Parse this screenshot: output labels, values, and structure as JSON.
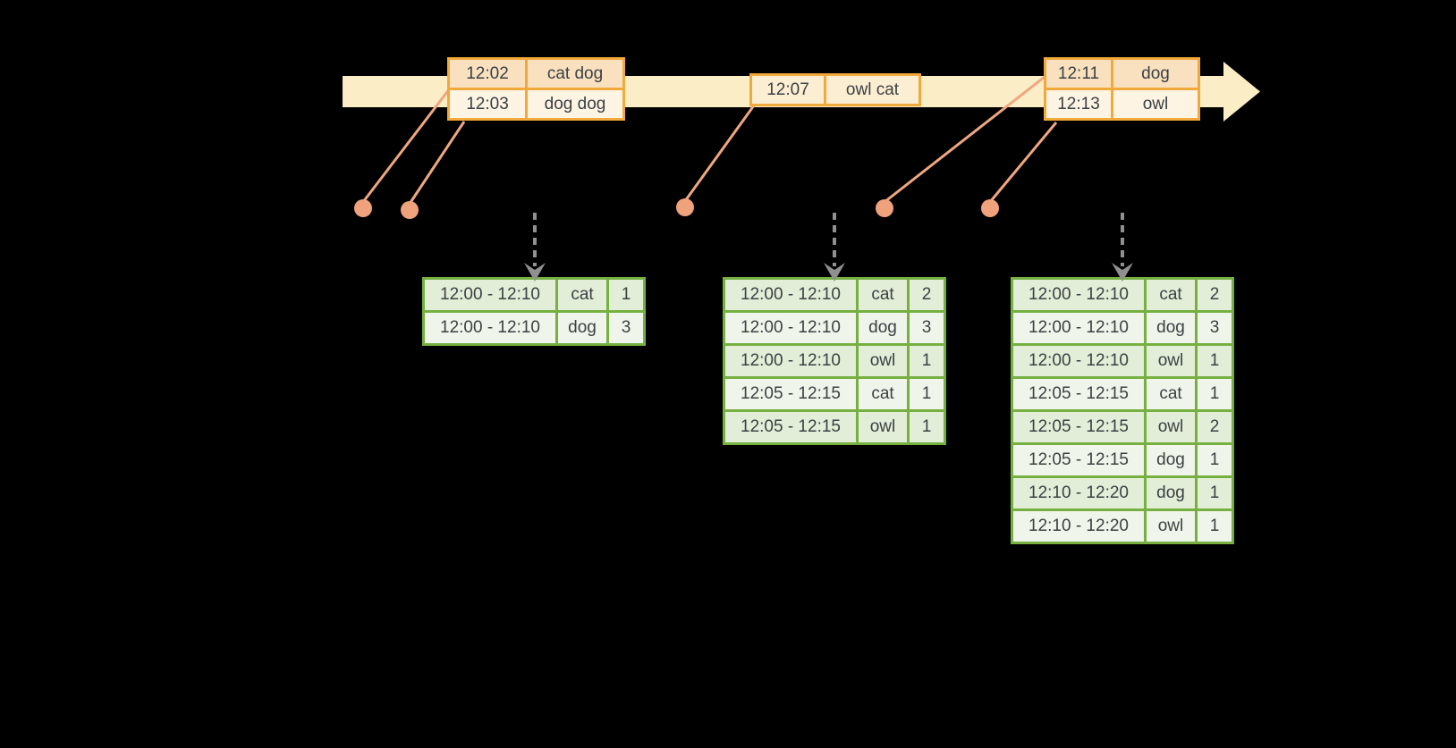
{
  "colors": {
    "background": "#000000",
    "timeline_band": "#FBEDC6",
    "event_border": "#F2A93B",
    "event_row_dark": "#F9E1BF",
    "event_row_light": "#FDF4E4",
    "event_row_mid": "#FBEED3",
    "connector_line": "#EFA781",
    "event_dot": "#F0A27C",
    "trigger_arrow": "#909090",
    "result_border": "#76B041",
    "result_row_dark": "#E3EED8",
    "result_row_light": "#F0F5EB",
    "table_text": "#3C4043"
  },
  "event_tables": [
    {
      "rows": [
        {
          "time": "12:02",
          "words": "cat dog"
        },
        {
          "time": "12:03",
          "words": "dog dog"
        }
      ]
    },
    {
      "rows": [
        {
          "time": "12:07",
          "words": "owl cat"
        }
      ]
    },
    {
      "rows": [
        {
          "time": "12:11",
          "words": "dog"
        },
        {
          "time": "12:13",
          "words": "owl"
        }
      ]
    }
  ],
  "result_tables": [
    {
      "rows": [
        {
          "window": "12:00 - 12:10",
          "word": "cat",
          "count": "1"
        },
        {
          "window": "12:00 - 12:10",
          "word": "dog",
          "count": "3"
        }
      ]
    },
    {
      "rows": [
        {
          "window": "12:00 - 12:10",
          "word": "cat",
          "count": "2"
        },
        {
          "window": "12:00 - 12:10",
          "word": "dog",
          "count": "3"
        },
        {
          "window": "12:00 - 12:10",
          "word": "owl",
          "count": "1"
        },
        {
          "window": "12:05 - 12:15",
          "word": "cat",
          "count": "1"
        },
        {
          "window": "12:05 - 12:15",
          "word": "owl",
          "count": "1"
        }
      ]
    },
    {
      "rows": [
        {
          "window": "12:00 - 12:10",
          "word": "cat",
          "count": "2"
        },
        {
          "window": "12:00 - 12:10",
          "word": "dog",
          "count": "3"
        },
        {
          "window": "12:00 - 12:10",
          "word": "owl",
          "count": "1"
        },
        {
          "window": "12:05 - 12:15",
          "word": "cat",
          "count": "1"
        },
        {
          "window": "12:05 - 12:15",
          "word": "owl",
          "count": "2"
        },
        {
          "window": "12:05 - 12:15",
          "word": "dog",
          "count": "1"
        },
        {
          "window": "12:10 - 12:20",
          "word": "dog",
          "count": "1"
        },
        {
          "window": "12:10 - 12:20",
          "word": "owl",
          "count": "1"
        }
      ]
    }
  ]
}
